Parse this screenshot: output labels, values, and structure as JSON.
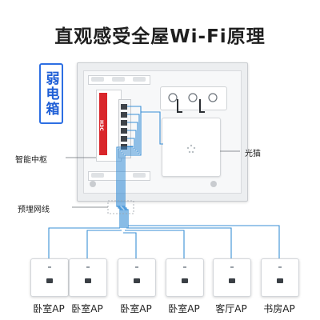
{
  "title": "直观感受全屋Wi-Fi原理",
  "badge": "弱电箱",
  "labels": {
    "hub": "智能中枢",
    "modem": "光猫",
    "cable": "预埋网线"
  },
  "brand_text": "H3C",
  "aps": [
    {
      "label": "卧室AP"
    },
    {
      "label": "卧室AP"
    },
    {
      "label": "卧室AP"
    },
    {
      "label": "卧室AP"
    },
    {
      "label": "客厅AP"
    },
    {
      "label": "书房AP"
    }
  ],
  "colors": {
    "accent": "#2d6fe3",
    "cable": "#3a8fd6",
    "brand_red": "#d9262b"
  }
}
